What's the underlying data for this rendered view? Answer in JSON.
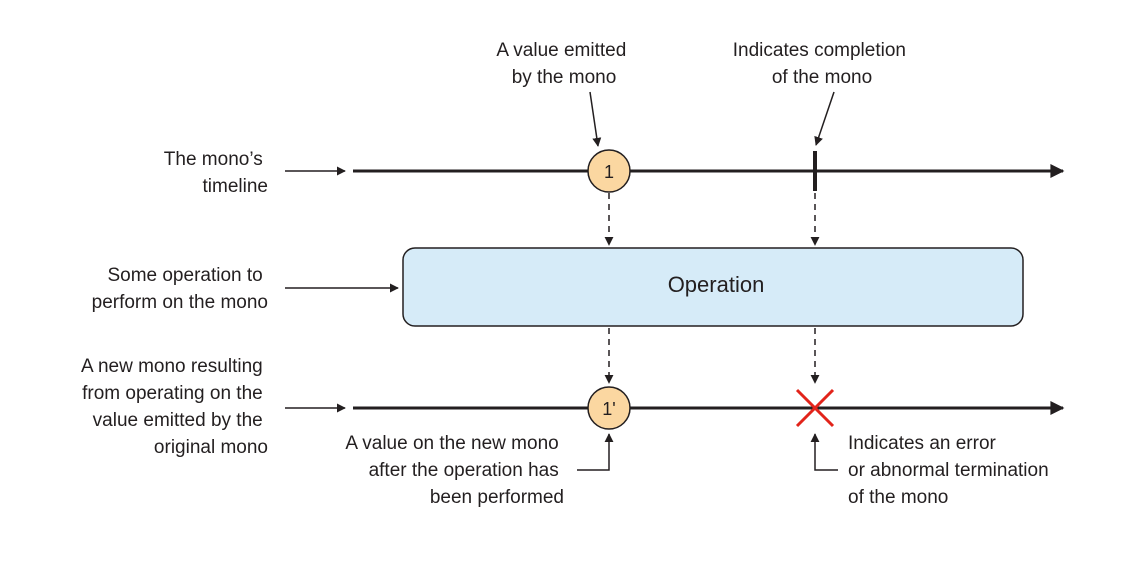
{
  "annotations": {
    "mono_timeline": [
      "The mono’s",
      "timeline"
    ],
    "operation": [
      "Some operation to",
      "perform on the mono"
    ],
    "new_mono": [
      "A new mono resulting",
      "from operating on the",
      "value emitted by the",
      "original mono"
    ],
    "value_emitted": [
      "A value emitted",
      "by the mono"
    ],
    "completion": [
      "Indicates completion",
      "of the mono"
    ],
    "new_value": [
      "A value on the new mono",
      "after the operation has",
      "been performed"
    ],
    "error": [
      "Indicates an error",
      "or abnormal termination",
      "of the mono"
    ]
  },
  "operation_box": {
    "label": "Operation"
  },
  "marbles": {
    "source": "1",
    "result": "1'"
  },
  "colors": {
    "ink": "#231f20",
    "marble_fill": "#fbd7a1",
    "operation_fill": "#d6ebf8",
    "error": "#e2231a"
  }
}
